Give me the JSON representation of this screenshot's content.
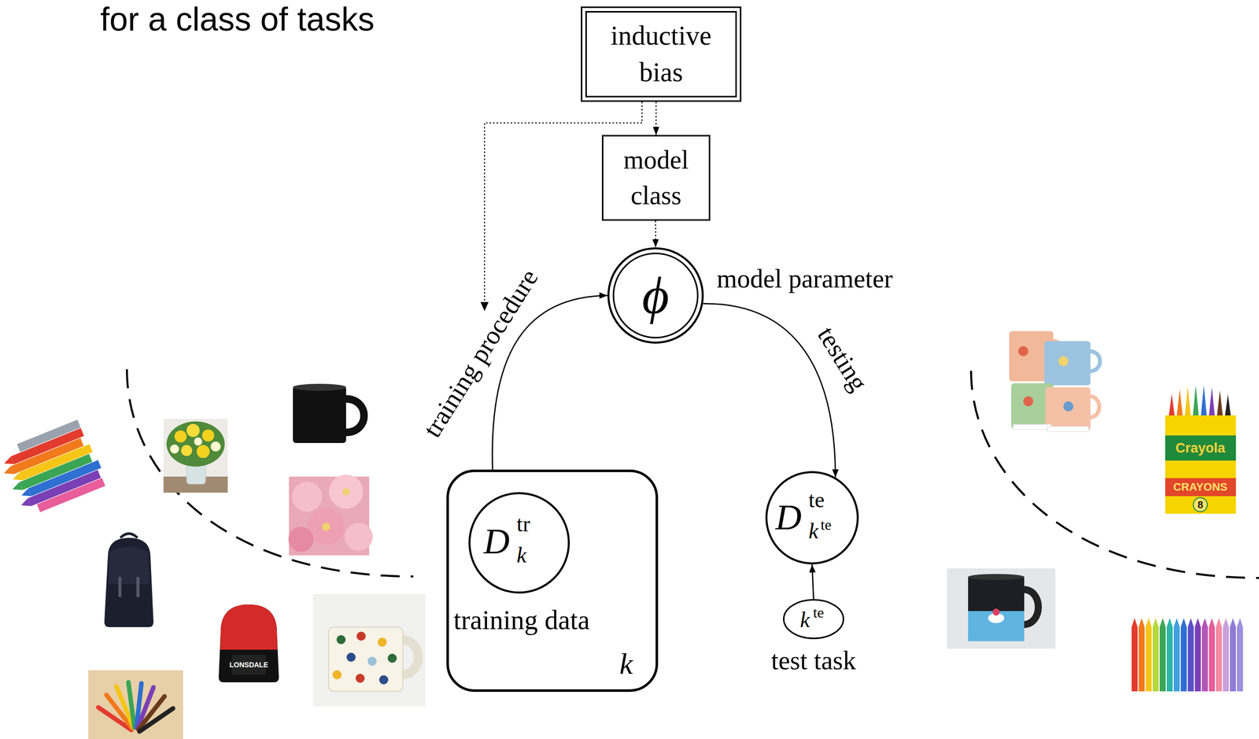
{
  "diagram": {
    "title": "for a class of tasks",
    "nodes": [
      {
        "text": [
          "inductive bias"
        ]
      },
      {
        "text": [
          "model class"
        ]
      },
      {
        "text": [
          "ϕ",
          "model parameter"
        ]
      },
      {
        "text": [
          "training data",
          "k"
        ]
      },
      {
        "text": [
          "D",
          "tr",
          "k"
        ],
        "in": 3
      },
      {
        "text": [
          "D",
          "te",
          "k",
          "te"
        ]
      },
      {
        "text": [
          "k",
          "te",
          "test task"
        ]
      }
    ],
    "edges": [
      {
        "from": 0,
        "to": 1,
        "arrow": "to"
      },
      {
        "from": 1,
        "to": 2,
        "arrow": "to"
      },
      {
        "from": 3,
        "to": 2,
        "label": "training procedure",
        "arrow": "to"
      },
      {
        "from": 2,
        "to": 5,
        "label": "testing",
        "arrow": "to"
      },
      {
        "from": 6,
        "to": 5,
        "arrow": "to"
      }
    ],
    "labels": [
      "Crayola",
      "CRAYONS",
      "8",
      "LONSDALE"
    ]
  }
}
